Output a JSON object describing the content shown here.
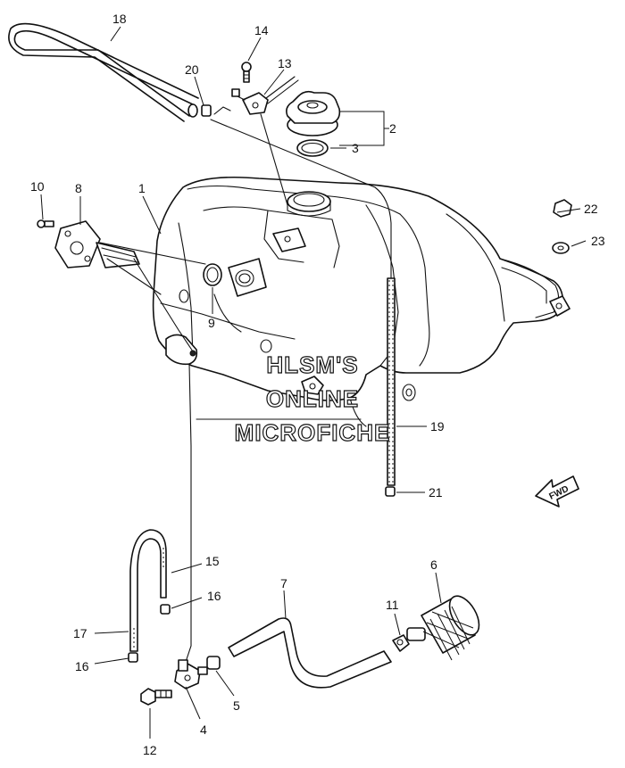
{
  "callouts": {
    "c1": "1",
    "c2": "2",
    "c3": "3",
    "c4": "4",
    "c5": "5",
    "c6": "6",
    "c7": "7",
    "c8": "8",
    "c9": "9",
    "c10": "10",
    "c11": "11",
    "c12": "12",
    "c13": "13",
    "c14": "14",
    "c15": "15",
    "c16a": "16",
    "c16b": "16",
    "c17": "17",
    "c18": "18",
    "c19": "19",
    "c20": "20",
    "c21": "21",
    "c22": "22",
    "c23": "23"
  },
  "watermark": {
    "line1": "HLSM'S",
    "line2": "ONLINE",
    "line3": "MICROFICHE"
  },
  "direction_arrow": {
    "label": "FWD"
  }
}
